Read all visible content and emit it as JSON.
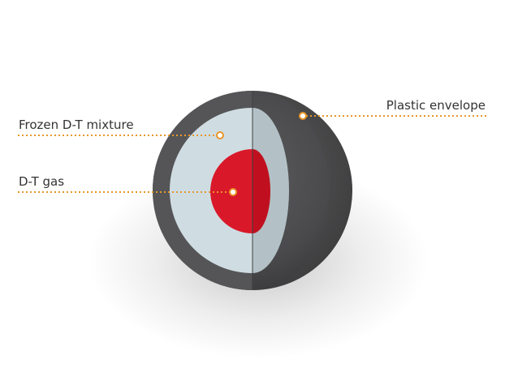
{
  "labels": {
    "frozen": "Frozen D-T mixture",
    "gas": "D-T gas",
    "envelope": "Plastic envelope"
  },
  "colors": {
    "shell_dark": "#4a4a4c",
    "shell_cut": "#58585a",
    "ice": "#cfdde2",
    "ice_shadow": "#b3c1c6",
    "gas": "#d9192a",
    "gas_shadow": "#b0101f",
    "leader": "#e8962a",
    "text": "#333333"
  }
}
